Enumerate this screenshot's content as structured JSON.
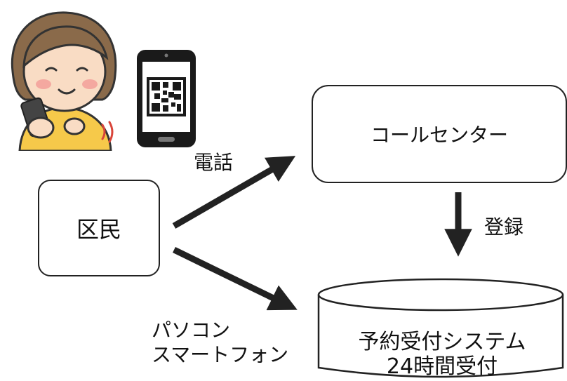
{
  "nodes": {
    "resident": "区民",
    "call_center": "コールセンター",
    "system": {
      "line1": "予約受付システム",
      "line2": "24時間受付"
    }
  },
  "edges": {
    "phone_label": "電話",
    "pc_label_line1": "パソコン",
    "pc_label_line2": "スマートフォン",
    "register_label": "登録"
  },
  "icons": {
    "person": "woman-with-smartphone-icon",
    "phone": "smartphone-qr-code-icon"
  },
  "colors": {
    "line": "#222222",
    "skin": "#f9dcc4",
    "hair": "#8a6a4a",
    "sweater": "#f6c94a"
  }
}
